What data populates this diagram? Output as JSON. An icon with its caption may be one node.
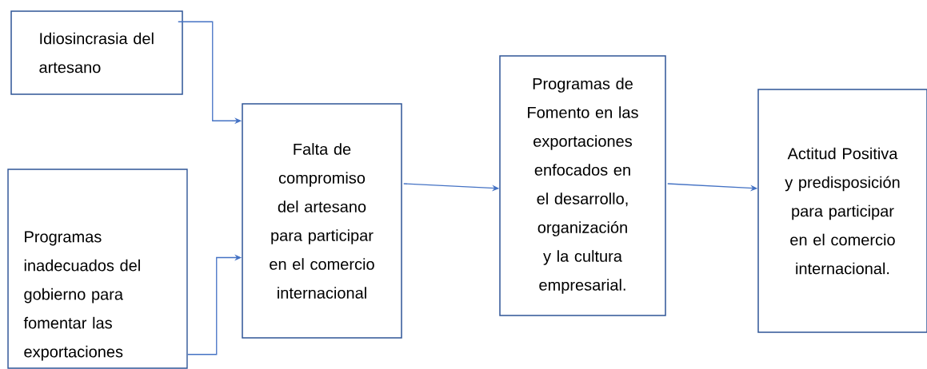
{
  "diagram": {
    "nodes": [
      {
        "text": [
          "Idiosincrasia del artesano"
        ]
      },
      {
        "text": [
          "Programas inadecuados del gobierno para fomentar las exportaciones"
        ]
      },
      {
        "text": [
          "Falta de compromiso del artesano para participar en el comercio internacional"
        ]
      },
      {
        "text": [
          "Programas de Fomento en las exportaciones enfocados en el desarrollo, organización y la cultura empresarial."
        ]
      },
      {
        "text": [
          "Actitud Positiva y predisposición para participar en el comercio internacional."
        ]
      }
    ],
    "edges": [
      {
        "from": 0,
        "to": 2,
        "arrow": "to"
      },
      {
        "from": 1,
        "to": 2,
        "arrow": "to"
      },
      {
        "from": 2,
        "to": 3,
        "arrow": "to"
      },
      {
        "from": 3,
        "to": 4,
        "arrow": "to"
      }
    ]
  }
}
